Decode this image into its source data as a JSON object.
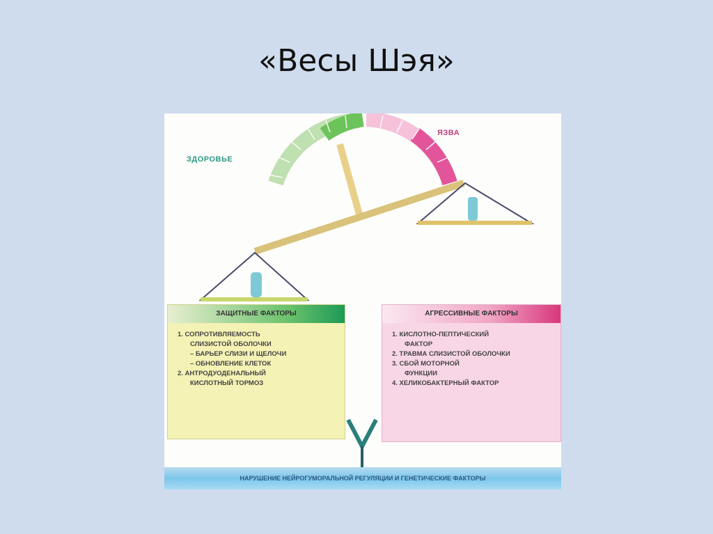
{
  "slide": {
    "title": "«Весы Шэя»"
  },
  "diagram": {
    "gauge": {
      "left_label": "ЗДОРОВЬЕ",
      "right_label": "ЯЗВА",
      "colors": {
        "health": "#6cc35a",
        "ulcer": "#e2559a",
        "beam": "#d9c27a",
        "scale_line": "#4a4a6a"
      }
    },
    "protective": {
      "header": "ЗАЩИТНЫЕ ФАКТОРЫ",
      "items": [
        {
          "text": "1. СОПРОТИВЛЯЕМОСТЬ",
          "sub": false
        },
        {
          "text": "СЛИЗИСТОЙ ОБОЛОЧКИ",
          "sub": true
        },
        {
          "text": "– БАРЬЕР СЛИЗИ И ЩЕЛОЧИ",
          "sub": true
        },
        {
          "text": "– ОБНОВЛЕНИЕ КЛЕТОК",
          "sub": true
        },
        {
          "text": "2. АНТРОДУОДЕНАЛЬНЫЙ",
          "sub": false
        },
        {
          "text": "КИСЛОТНЫЙ ТОРМОЗ",
          "sub": true
        }
      ]
    },
    "aggressive": {
      "header": "АГРЕССИВНЫЕ ФАКТОРЫ",
      "items": [
        {
          "text": "1. КИСЛОТНО-ПЕПТИЧЕСКИЙ",
          "sub": false
        },
        {
          "text": "ФАКТОР",
          "sub": true
        },
        {
          "text": "2. ТРАВМА СЛИЗИСТОЙ ОБОЛОЧКИ",
          "sub": false
        },
        {
          "text": "3. СБОЙ МОТОРНОЙ",
          "sub": false
        },
        {
          "text": "ФУНКЦИИ",
          "sub": true
        },
        {
          "text": "4. ХЕЛИКОБАКТЕРНЫЙ ФАКТОР",
          "sub": false
        }
      ]
    },
    "bottom_bar": "НАРУШЕНИЕ НЕЙРОГУМОРАЛЬНОЙ РЕГУЛЯЦИИ И ГЕНЕТИЧЕСКИЕ ФАКТОРЫ"
  }
}
